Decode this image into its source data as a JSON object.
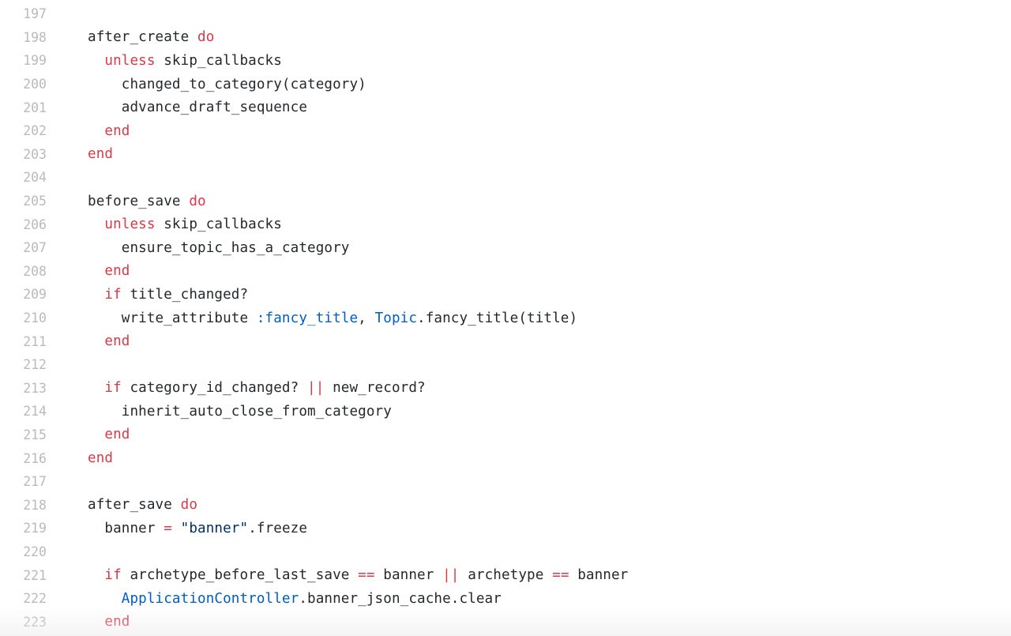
{
  "colors": {
    "keyword": "#d73a49",
    "symbol": "#005cc5",
    "constant": "#005cc5",
    "string": "#032f62",
    "text": "#24292e",
    "line_number": "#bababa",
    "background": "#ffffff"
  },
  "lines": [
    {
      "num": "197",
      "indent": 0,
      "tokens": []
    },
    {
      "num": "198",
      "indent": 1,
      "tokens": [
        {
          "t": "plain",
          "v": "after_create "
        },
        {
          "t": "kw",
          "v": "do"
        }
      ]
    },
    {
      "num": "199",
      "indent": 2,
      "tokens": [
        {
          "t": "kw",
          "v": "unless"
        },
        {
          "t": "plain",
          "v": " skip_callbacks"
        }
      ]
    },
    {
      "num": "200",
      "indent": 3,
      "tokens": [
        {
          "t": "plain",
          "v": "changed_to_category(category)"
        }
      ]
    },
    {
      "num": "201",
      "indent": 3,
      "tokens": [
        {
          "t": "plain",
          "v": "advance_draft_sequence"
        }
      ]
    },
    {
      "num": "202",
      "indent": 2,
      "tokens": [
        {
          "t": "kw",
          "v": "end"
        }
      ]
    },
    {
      "num": "203",
      "indent": 1,
      "tokens": [
        {
          "t": "kw",
          "v": "end"
        }
      ]
    },
    {
      "num": "204",
      "indent": 0,
      "tokens": []
    },
    {
      "num": "205",
      "indent": 1,
      "tokens": [
        {
          "t": "plain",
          "v": "before_save "
        },
        {
          "t": "kw",
          "v": "do"
        }
      ]
    },
    {
      "num": "206",
      "indent": 2,
      "tokens": [
        {
          "t": "kw",
          "v": "unless"
        },
        {
          "t": "plain",
          "v": " skip_callbacks"
        }
      ]
    },
    {
      "num": "207",
      "indent": 3,
      "tokens": [
        {
          "t": "plain",
          "v": "ensure_topic_has_a_category"
        }
      ]
    },
    {
      "num": "208",
      "indent": 2,
      "tokens": [
        {
          "t": "kw",
          "v": "end"
        }
      ]
    },
    {
      "num": "209",
      "indent": 2,
      "tokens": [
        {
          "t": "kw",
          "v": "if"
        },
        {
          "t": "plain",
          "v": " title_changed?"
        }
      ]
    },
    {
      "num": "210",
      "indent": 3,
      "tokens": [
        {
          "t": "plain",
          "v": "write_attribute "
        },
        {
          "t": "sym",
          "v": ":fancy_title"
        },
        {
          "t": "plain",
          "v": ", "
        },
        {
          "t": "const",
          "v": "Topic"
        },
        {
          "t": "plain",
          "v": ".fancy_title(title)"
        }
      ]
    },
    {
      "num": "211",
      "indent": 2,
      "tokens": [
        {
          "t": "kw",
          "v": "end"
        }
      ]
    },
    {
      "num": "212",
      "indent": 0,
      "tokens": []
    },
    {
      "num": "213",
      "indent": 2,
      "tokens": [
        {
          "t": "kw",
          "v": "if"
        },
        {
          "t": "plain",
          "v": " category_id_changed? "
        },
        {
          "t": "op",
          "v": "||"
        },
        {
          "t": "plain",
          "v": " new_record?"
        }
      ]
    },
    {
      "num": "214",
      "indent": 3,
      "tokens": [
        {
          "t": "plain",
          "v": "inherit_auto_close_from_category"
        }
      ]
    },
    {
      "num": "215",
      "indent": 2,
      "tokens": [
        {
          "t": "kw",
          "v": "end"
        }
      ]
    },
    {
      "num": "216",
      "indent": 1,
      "tokens": [
        {
          "t": "kw",
          "v": "end"
        }
      ]
    },
    {
      "num": "217",
      "indent": 0,
      "tokens": []
    },
    {
      "num": "218",
      "indent": 1,
      "tokens": [
        {
          "t": "plain",
          "v": "after_save "
        },
        {
          "t": "kw",
          "v": "do"
        }
      ]
    },
    {
      "num": "219",
      "indent": 2,
      "tokens": [
        {
          "t": "plain",
          "v": "banner "
        },
        {
          "t": "op",
          "v": "="
        },
        {
          "t": "plain",
          "v": " "
        },
        {
          "t": "str",
          "v": "\"banner\""
        },
        {
          "t": "plain",
          "v": ".freeze"
        }
      ]
    },
    {
      "num": "220",
      "indent": 0,
      "tokens": []
    },
    {
      "num": "221",
      "indent": 2,
      "tokens": [
        {
          "t": "kw",
          "v": "if"
        },
        {
          "t": "plain",
          "v": " archetype_before_last_save "
        },
        {
          "t": "op",
          "v": "=="
        },
        {
          "t": "plain",
          "v": " banner "
        },
        {
          "t": "op",
          "v": "||"
        },
        {
          "t": "plain",
          "v": " archetype "
        },
        {
          "t": "op",
          "v": "=="
        },
        {
          "t": "plain",
          "v": " banner"
        }
      ]
    },
    {
      "num": "222",
      "indent": 3,
      "tokens": [
        {
          "t": "const",
          "v": "ApplicationController"
        },
        {
          "t": "plain",
          "v": ".banner_json_cache.clear"
        }
      ]
    },
    {
      "num": "223",
      "indent": 2,
      "tokens": [
        {
          "t": "kw",
          "v": "end"
        }
      ]
    }
  ]
}
